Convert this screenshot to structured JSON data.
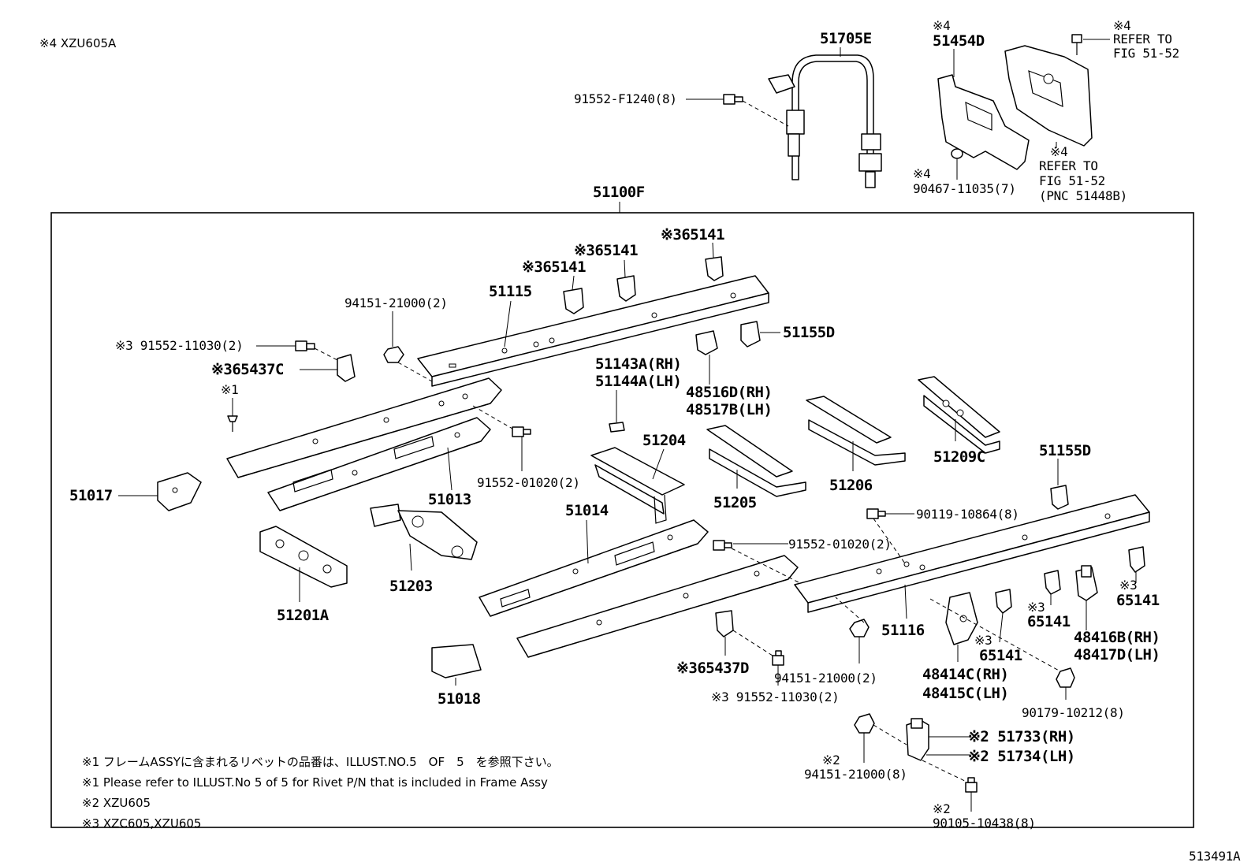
{
  "header_note": "※4 XZU605A",
  "figure_id": "513491A",
  "frame_label": "51100F",
  "labels": {
    "l_51705E": "51705E",
    "l_91552F": "91552-F1240(8)",
    "l_m4a": "※4",
    "l_51454D": "51454D",
    "l_m4b": "※4",
    "l_refer1": "REFER TO",
    "l_fig1": "FIG 51-52",
    "l_m4c": "※4",
    "l_90467": "90467-11035(7)",
    "l_m4d": "※4",
    "l_refer2": "REFER TO",
    "l_fig2": "FIG 51-52",
    "l_pnc": "(PNC 51448B)",
    "l_65141a": "※365141",
    "l_65141b": "※365141",
    "l_65141c": "※365141",
    "l_94151a": "94151-21000(2)",
    "l_51115": "51115",
    "l_51155Da": "51155D",
    "l_91552_11030a": "※3 91552-11030(2)",
    "l_65437C": "※365437C",
    "l_51143A": "51143A(RH)",
    "l_51144A": "51144A(LH)",
    "l_48516D": "48516D(RH)",
    "l_48517B": "48517B(LH)",
    "l_m1": "※1",
    "l_51017": "51017",
    "l_51013": "51013",
    "l_91552_01020a": "91552-01020(2)",
    "l_51204": "51204",
    "l_51205": "51205",
    "l_51206": "51206",
    "l_51209C": "51209C",
    "l_51155Db": "51155D",
    "l_90119": "90119-10864(8)",
    "l_51014": "51014",
    "l_91552_01020b": "91552-01020(2)",
    "l_51203": "51203",
    "l_51201A": "51201A",
    "l_51116": "51116",
    "l_m3a": "※3",
    "l_65141d": "65141",
    "l_m3b": "※3",
    "l_65141e": "65141",
    "l_m3c": "※3",
    "l_65141f": "65141",
    "l_48416B": "48416B(RH)",
    "l_48417D": "48417D(LH)",
    "l_65437D": "※365437D",
    "l_94151b": "94151-21000(2)",
    "l_48414C": "48414C(RH)",
    "l_48415C": "48415C(LH)",
    "l_90179": "90179-10212(8)",
    "l_91552_11030b": "※3 91552-11030(2)",
    "l_51018": "51018",
    "l_51733": "※2 51733(RH)",
    "l_51734": "※2 51734(LH)",
    "l_m2a": "※2",
    "l_94151c": "94151-21000(8)",
    "l_m2b": "※2",
    "l_90105": "90105-10438(8)"
  },
  "notes": [
    "※1 フレームASSYに含まれるリベットの品番は、ILLUST.NO.5　OF　5　を参照下さい。",
    "※1 Please refer to ILLUST.No 5 of 5 for Rivet P/N that is included in Frame Assy",
    "※2 XZU605",
    "※3 XZC605,XZU605"
  ]
}
